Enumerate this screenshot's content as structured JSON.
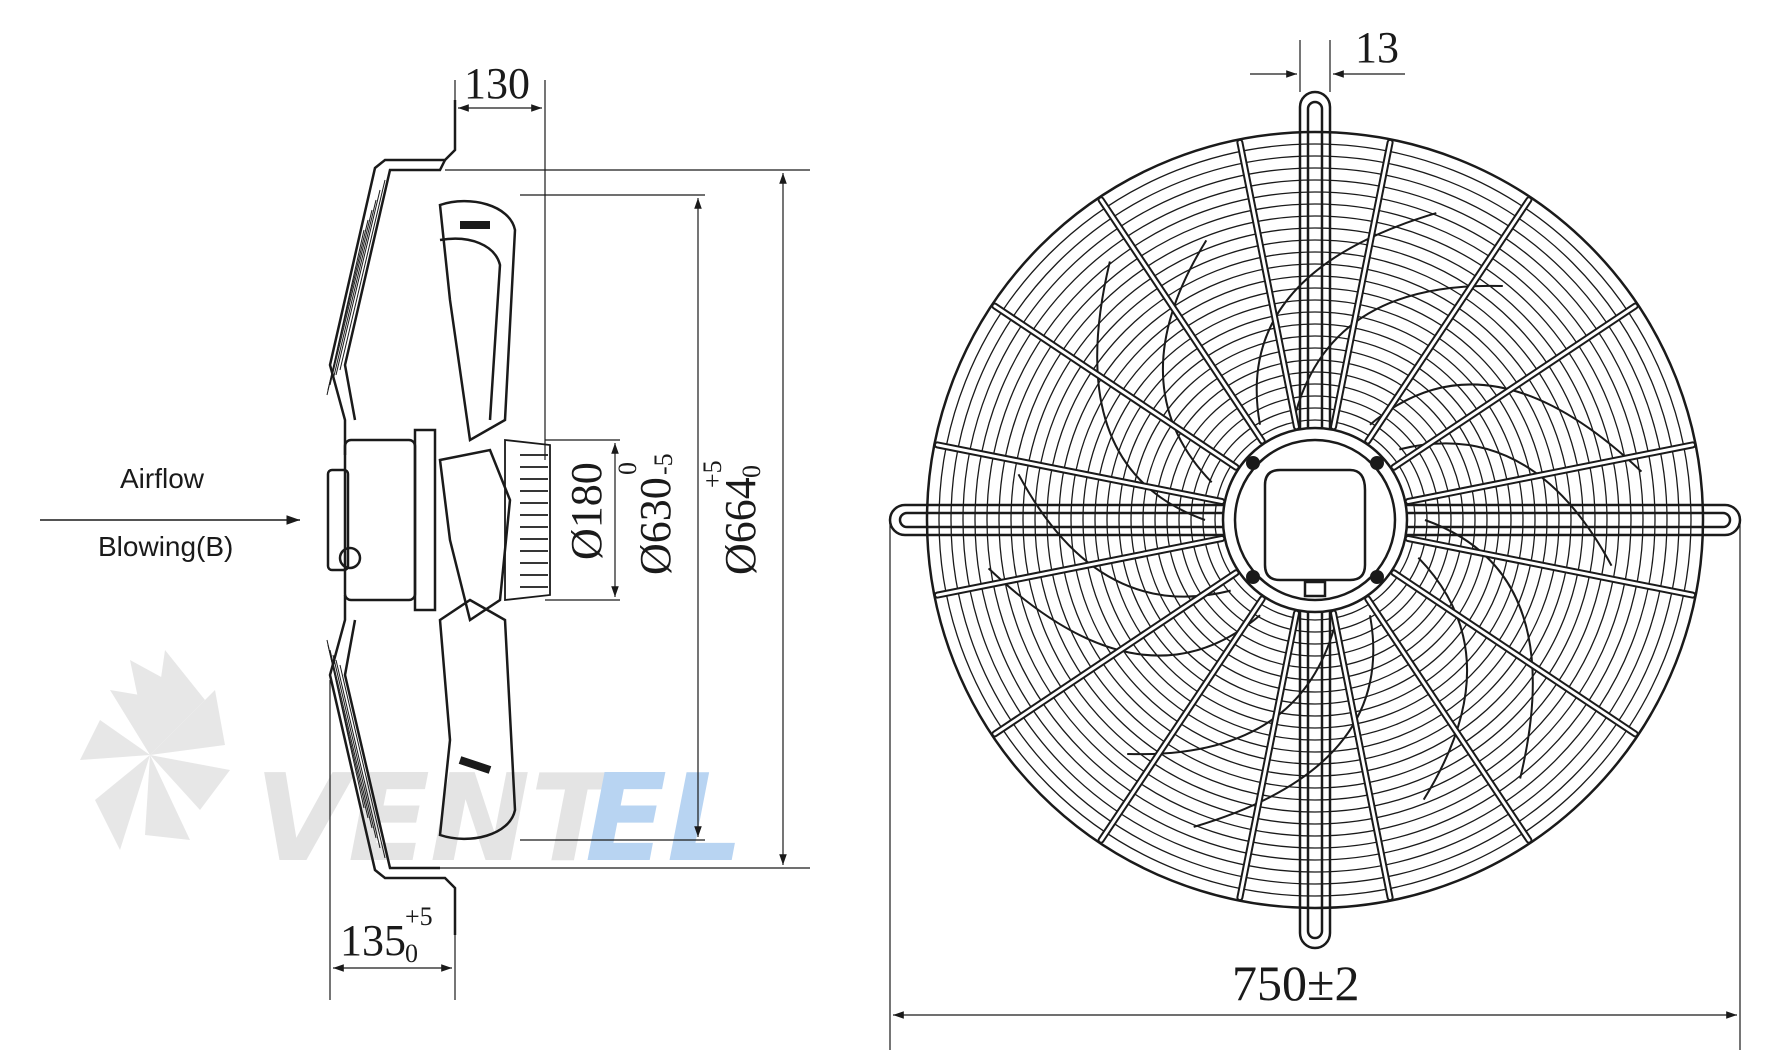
{
  "side_view": {
    "airflow_label": "Airflow",
    "mode_label": "Blowing(B)",
    "dim_depth": "130",
    "dim_hub": "Ø180",
    "dim_impeller": "Ø630",
    "dim_impeller_tol_upper": "0",
    "dim_impeller_tol_lower": "-5",
    "dim_guard": "Ø664",
    "dim_guard_tol_upper": "+5",
    "dim_guard_tol_lower": "0",
    "dim_overall_depth": "135",
    "dim_overall_depth_tol_upper": "+5",
    "dim_overall_depth_tol_lower": "0"
  },
  "front_view": {
    "dim_bar_width": "13",
    "dim_overall_width": "750±2"
  },
  "watermark": {
    "part1": "VENT",
    "part2": "EL",
    "color_grey": "#cfcfcf",
    "color_blue": "#7fb2e8"
  }
}
